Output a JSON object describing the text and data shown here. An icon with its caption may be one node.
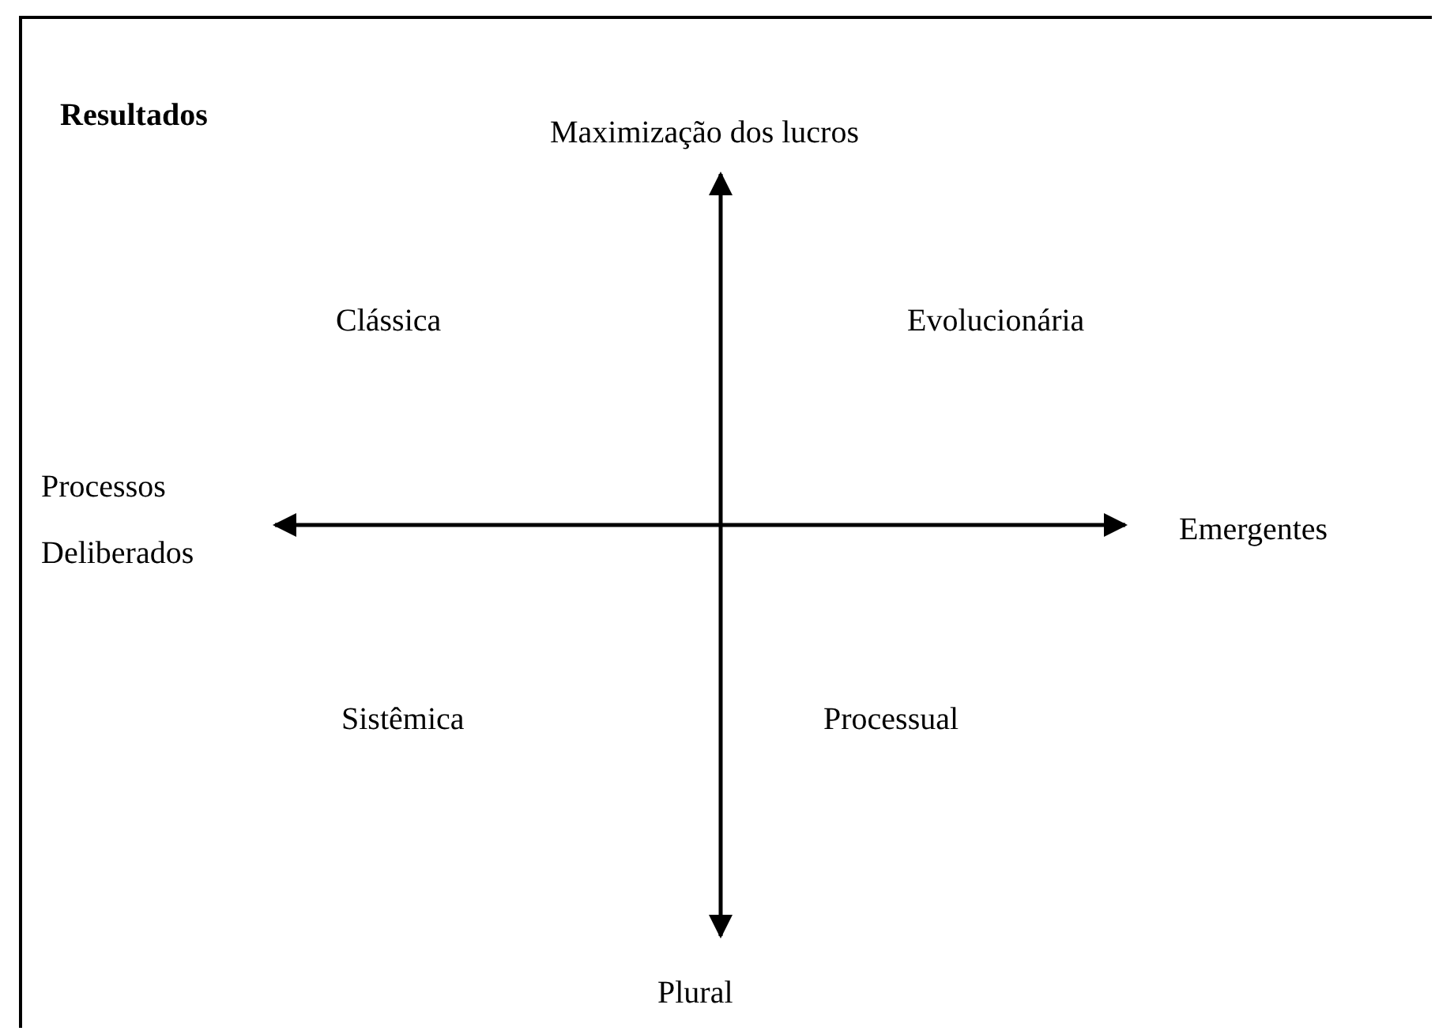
{
  "diagram": {
    "title": "Resultados",
    "labels": [
      "Maximização dos lucros",
      "Clássica",
      "Evolucionária",
      "Processos Deliberados",
      "Emergentes",
      "Sistêmica",
      "Processual",
      "Plural"
    ]
  }
}
